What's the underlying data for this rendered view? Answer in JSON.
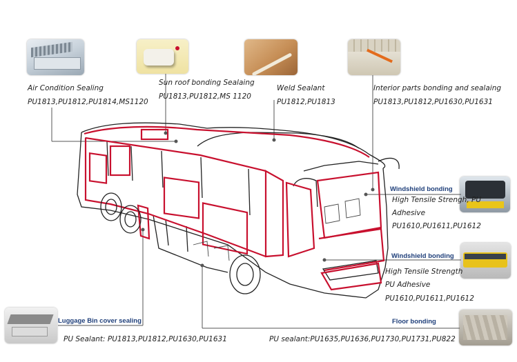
{
  "callouts": {
    "air_condition": {
      "title": "Air Condition Sealing",
      "products": "PU1813,PU1812,PU1814,MS1120"
    },
    "sun_roof": {
      "title": "Sun roof bonding Sealaing",
      "products": "PU1813,PU1812,MS 1120"
    },
    "weld": {
      "title": "Weld Sealant",
      "products": "PU1812,PU1813"
    },
    "interior": {
      "title": "Interior parts bonding and sealaing",
      "products": "PU1813,PU1812,PU1630,PU1631"
    },
    "windshield_1": {
      "header": "Windshield bonding",
      "line1": "High Tensile Strengh, PU",
      "line2": "Adhesive",
      "products": "PU1610,PU1611,PU1612"
    },
    "windshield_2": {
      "header": "Windshield bonding",
      "line1": "High Tensile Strength",
      "line2": "PU Adhesive",
      "products": "PU1610,PU1611,PU1612"
    },
    "luggage": {
      "header": "Luggage Bin cover sealing",
      "products": "PU Sealant: PU1813,PU1812,PU1630,PU1631"
    },
    "floor": {
      "header": "Floor bonding",
      "products": "PU sealant:PU1635,PU1636,PU1730,PU1731,PU822"
    }
  },
  "colors": {
    "outline": "#222222",
    "seal": "#c8102e",
    "leader": "#555555",
    "header": "#1f3f7a"
  },
  "icons": [
    "air-condition-photo",
    "sun-roof-photo",
    "weld-sealant-photo",
    "interior-photo",
    "windshield-photo",
    "windshield-photo",
    "luggage-bin-photo",
    "floor-photo"
  ]
}
